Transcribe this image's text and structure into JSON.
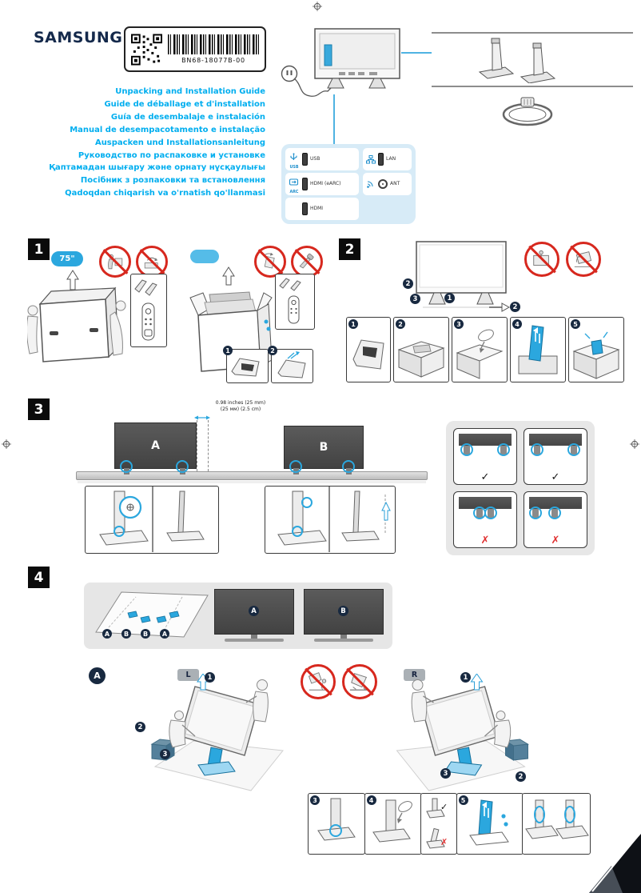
{
  "brand": "SAMSUNG",
  "label": {
    "part_number": "BN68-18077B-00"
  },
  "titles": [
    "Unpacking and Installation Guide",
    "Guide de déballage et d'installation",
    "Guía de desembalaje e instalación",
    "Manual de desempacotamento e instalação",
    "Auspacken und Installationsanleitung",
    "Руководство по распаковке и установке",
    "Қаптамадан шығару және орнату нұсқаулығы",
    "Посібник з розпаковки та встановлення",
    "Qadoqdan chiqarish va o'rnatish qo'llanmasi"
  ],
  "ports": {
    "usb_icon_label": "USB",
    "arc_icon_label": "ARC",
    "usb": "USB",
    "hdmi_earc": "HDMI (eARC)",
    "hdmi": "HDMI",
    "lan": "LAN",
    "ant": "ANT"
  },
  "sections": {
    "one": {
      "num": "1",
      "size_badge": "75\"",
      "mini_steps": [
        "1",
        "2"
      ]
    },
    "two": {
      "num": "2",
      "tv_steps": [
        "1",
        "2",
        "3"
      ],
      "arrow_step": "2",
      "panel_steps": [
        "1",
        "2",
        "3",
        "4",
        "5"
      ]
    },
    "three": {
      "num": "3",
      "measure_line1": "0.98 inches (25 mm)",
      "measure_line2": "(25 мм) (2.5 cm)",
      "tv_a": "A",
      "tv_b": "B",
      "check_marks": [
        "✓",
        "✓",
        "✗",
        "✗"
      ]
    },
    "four": {
      "num": "4",
      "part_labels": [
        "A",
        "B",
        "B",
        "A"
      ],
      "tv_a": "A",
      "tv_b": "B",
      "step_badge": "A",
      "left_badge": "L",
      "right_badge": "R",
      "l_steps": [
        "1",
        "2",
        "3"
      ],
      "r_steps": [
        "1",
        "2",
        "3"
      ],
      "panel_steps": [
        "3",
        "4",
        "5"
      ],
      "panel_marks": [
        "✓",
        "✗"
      ]
    }
  }
}
